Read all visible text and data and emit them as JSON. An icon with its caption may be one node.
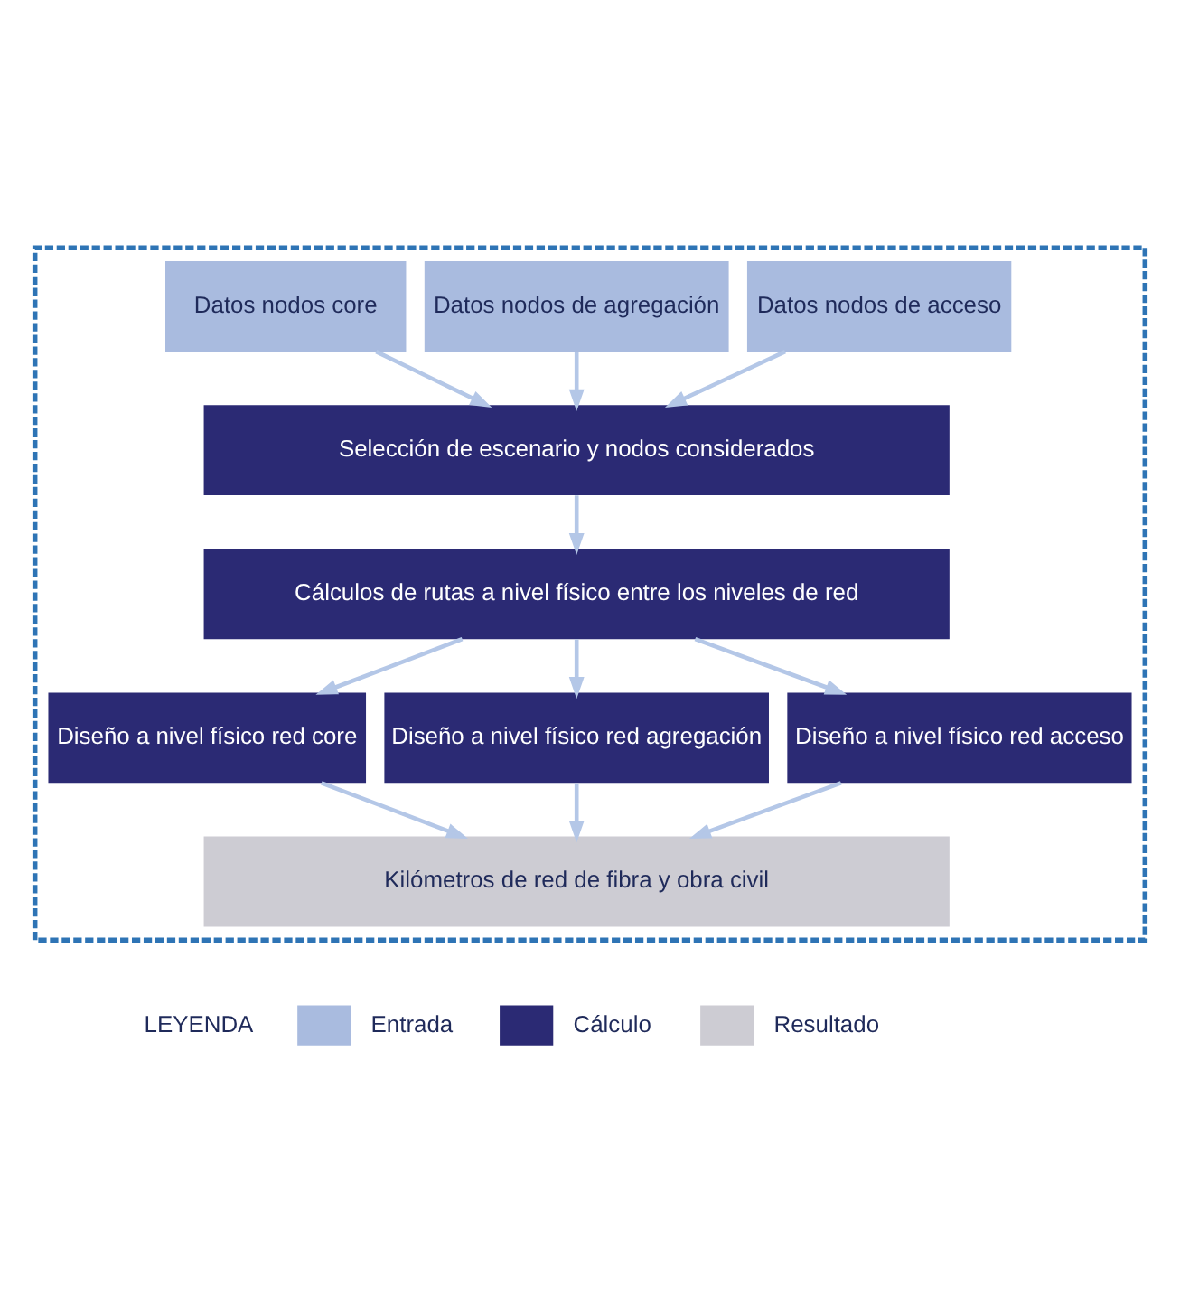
{
  "diagram": {
    "nodes": [
      {
        "text": [],
        "shape": "box"
      },
      {
        "text": [
          "Datos nodos core"
        ],
        "in": 0
      },
      {
        "text": [
          "Datos nodos de agregación"
        ],
        "in": 0
      },
      {
        "text": [
          "Datos nodos de acceso"
        ],
        "in": 0
      },
      {
        "text": [
          "Selección de escenario y nodos considerados"
        ],
        "in": 0
      },
      {
        "text": [
          "Cálculos de rutas a nivel físico entre los niveles de red"
        ],
        "in": 0
      },
      {
        "text": [
          "Diseño a nivel físico red core"
        ],
        "in": 0
      },
      {
        "text": [
          "Diseño a nivel físico red agregación"
        ],
        "in": 0
      },
      {
        "text": [
          "Diseño a nivel físico red acceso"
        ],
        "in": 0
      },
      {
        "text": [
          "Kilómetros de red de fibra y obra civil"
        ],
        "in": 0
      }
    ],
    "edges": [
      {
        "from": 1,
        "to": 4,
        "arrow": "to"
      },
      {
        "from": 2,
        "to": 4,
        "arrow": "to"
      },
      {
        "from": 3,
        "to": 4,
        "arrow": "to"
      },
      {
        "from": 4,
        "to": 5,
        "arrow": "to"
      },
      {
        "from": 5,
        "to": 6,
        "arrow": "to"
      },
      {
        "from": 5,
        "to": 7,
        "arrow": "to"
      },
      {
        "from": 5,
        "to": 8,
        "arrow": "to"
      },
      {
        "from": 6,
        "to": 9,
        "arrow": "to"
      },
      {
        "from": 7,
        "to": 9,
        "arrow": "to"
      },
      {
        "from": 8,
        "to": 9,
        "arrow": "to"
      }
    ],
    "labels": [
      "LEYENDA"
    ],
    "legend": [
      {
        "text": "Entrada",
        "color": "#a9bbdf"
      },
      {
        "text": "Cálculo",
        "color": "#2b2a74"
      },
      {
        "text": "Resultado",
        "color": "#cdccd3"
      }
    ]
  }
}
